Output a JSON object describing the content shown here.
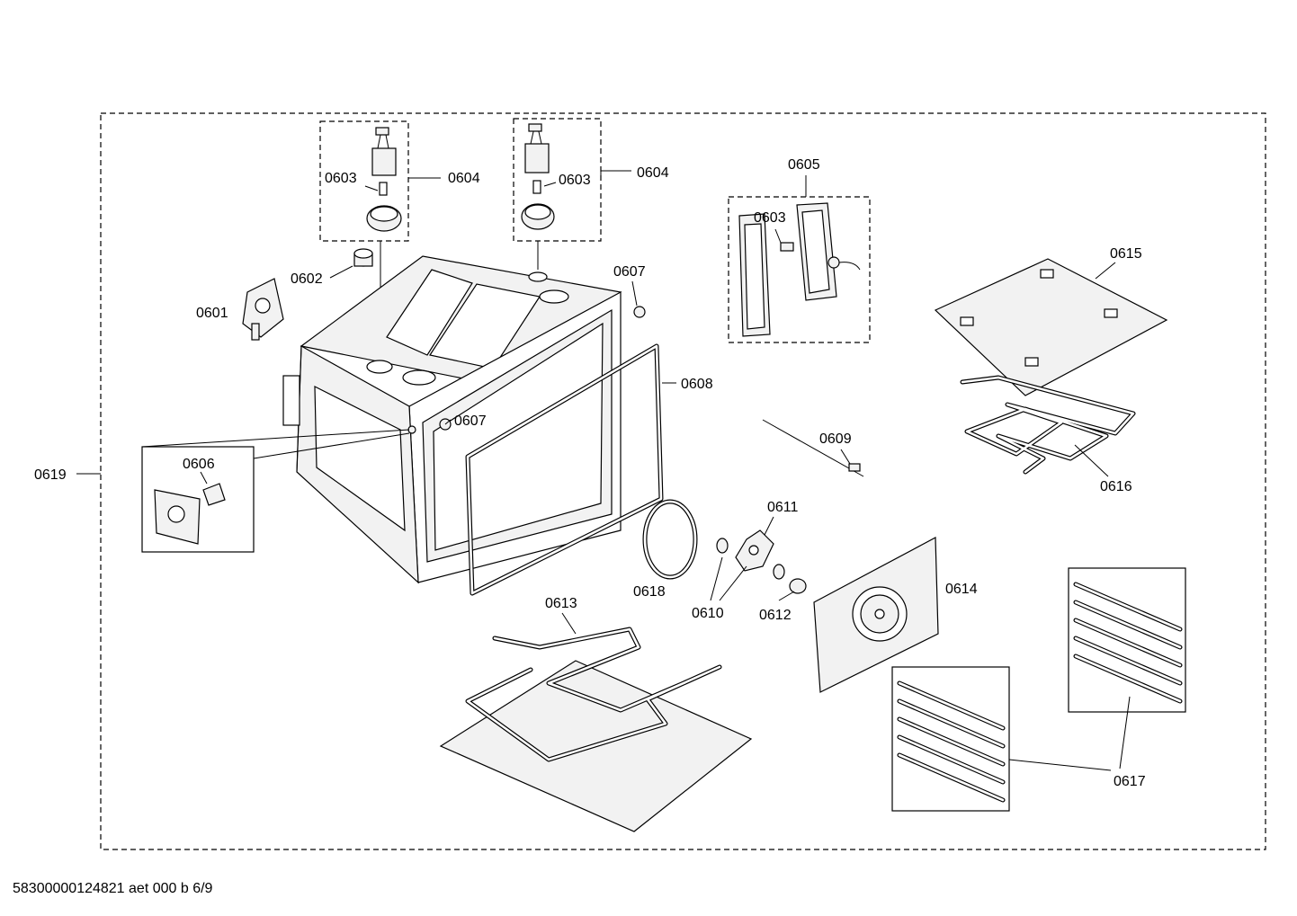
{
  "labels": {
    "p0601": "0601",
    "p0602": "0602",
    "p0603a": "0603",
    "p0603b": "0603",
    "p0603c": "0603",
    "p0604a": "0604",
    "p0604b": "0604",
    "p0605": "0605",
    "p0606": "0606",
    "p0607a": "0607",
    "p0607b": "0607",
    "p0608": "0608",
    "p0609": "0609",
    "p0610": "0610",
    "p0611": "0611",
    "p0612": "0612",
    "p0613": "0613",
    "p0614": "0614",
    "p0615": "0615",
    "p0616": "0616",
    "p0617": "0617",
    "p0618": "0618",
    "p0619": "0619"
  },
  "footer": "58300000124821 aet 000 b 6/9"
}
